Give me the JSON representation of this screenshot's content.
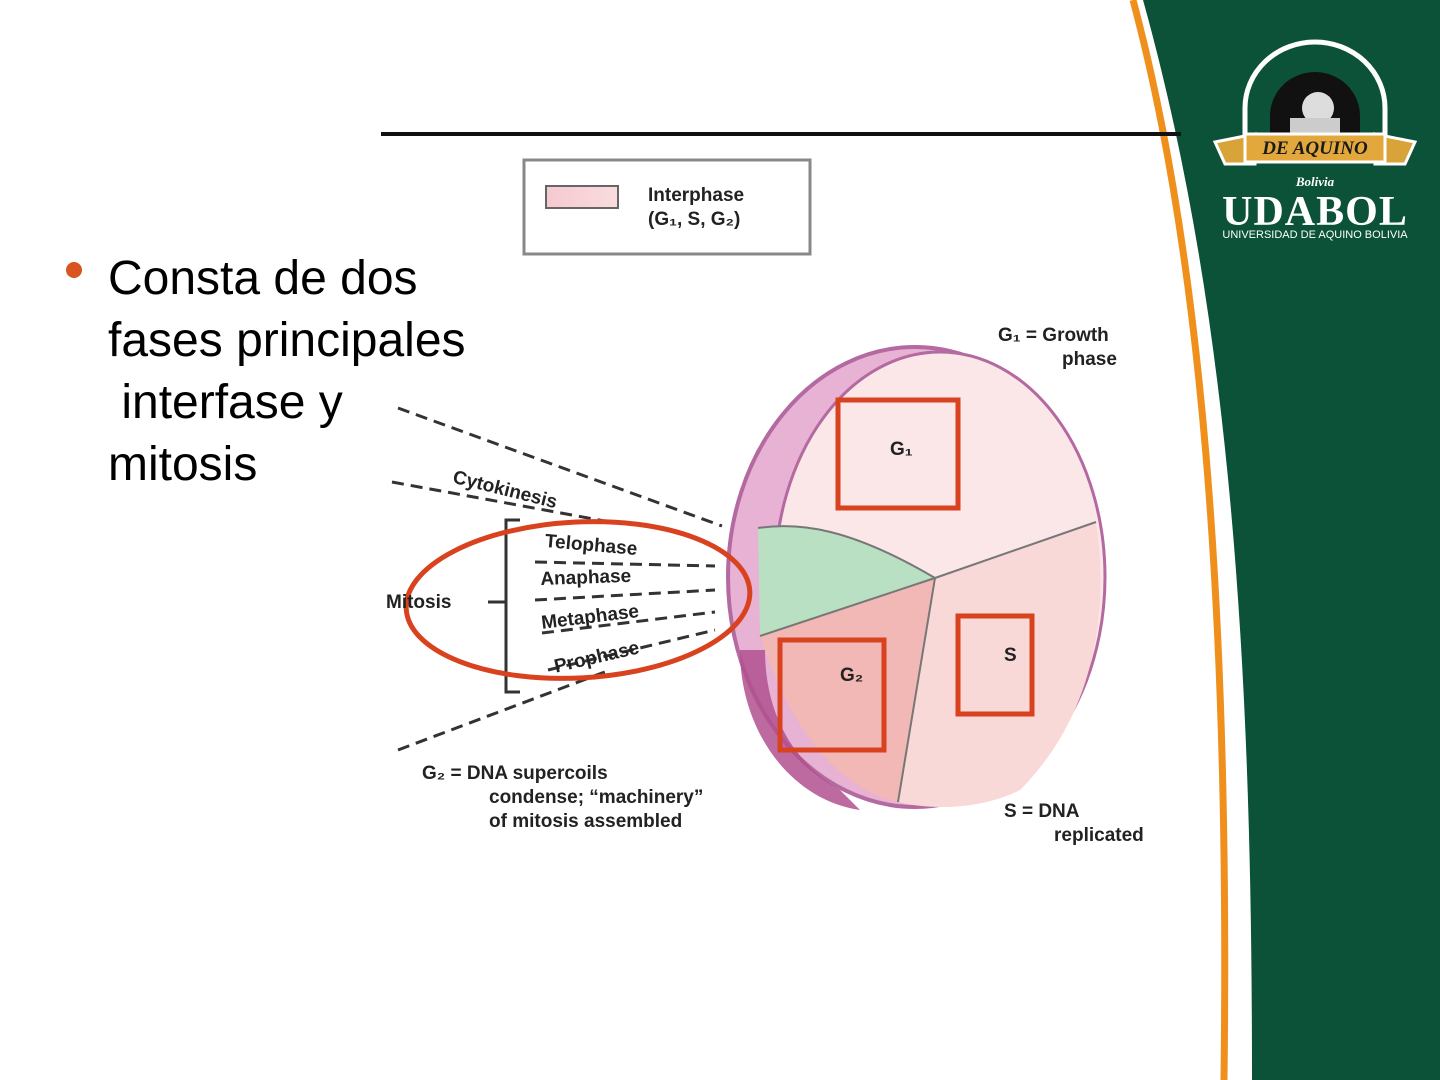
{
  "slide": {
    "bullet": {
      "lines": [
        "Consta de dos",
        "fases principales",
        " interfase y",
        "mitosis"
      ],
      "bullet_color": "#d9541e"
    }
  },
  "logo": {
    "arc_text": "UNIVERSIDAD",
    "banner": "DE AQUINO",
    "country": "Bolivia",
    "name": "UDABOL",
    "subtitle": "UNIVERSIDAD DE AQUINO BOLIVIA"
  },
  "theme": {
    "green": "#0b5238",
    "orange": "#f0901c",
    "highlight_red": "#d9421e"
  },
  "diagram": {
    "legend": {
      "line1": "Interphase",
      "line2": "(G₁, S, G₂)"
    },
    "sectors": {
      "g1": "G₁",
      "s": "S",
      "g2": "G₂"
    },
    "notes": {
      "g1_line1": "G₁ = Growth",
      "g1_line2": "phase",
      "g2_line1": "G₂ = DNA supercoils",
      "g2_line2": "condense; “machinery”",
      "g2_line3": "of mitosis assembled",
      "s_line1": "S = DNA",
      "s_line2": "replicated"
    },
    "mitosis": {
      "label": "Mitosis",
      "cytokinesis": "Cytokinesis",
      "phases": [
        "Telophase",
        "Anaphase",
        "Metaphase",
        "Prophase"
      ]
    }
  }
}
